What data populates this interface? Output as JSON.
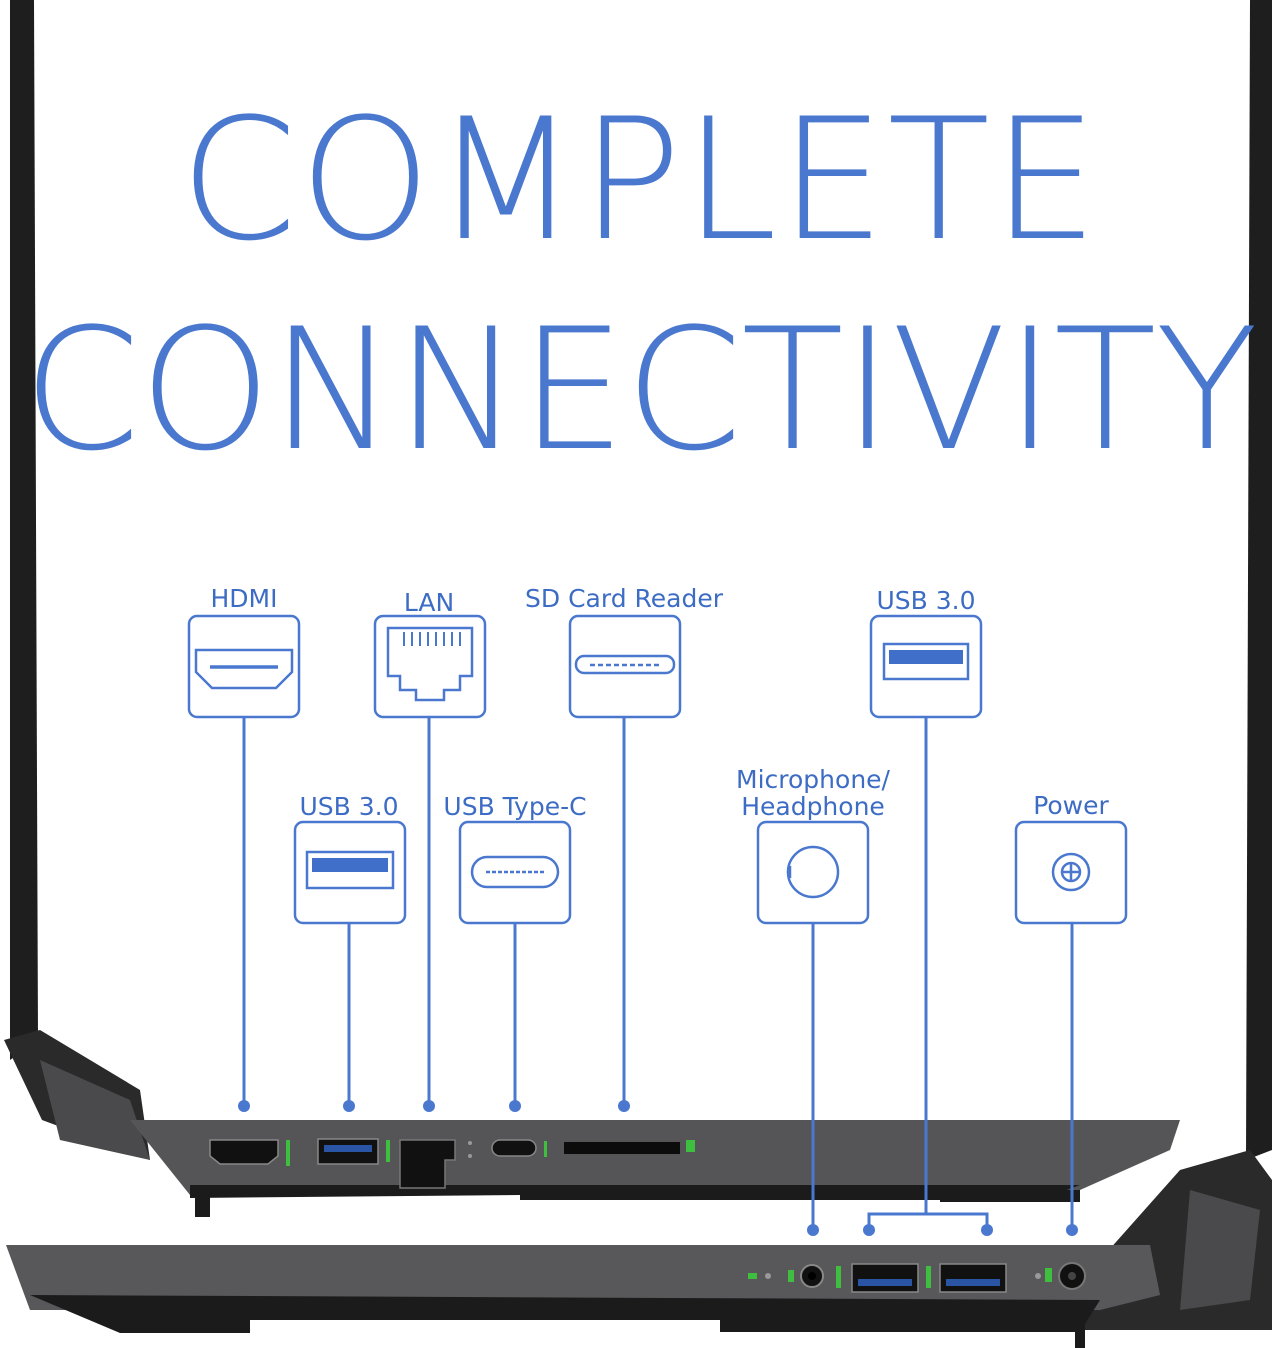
{
  "headline": {
    "line1": "COMPLETE",
    "line2": "CONNECTIVITY"
  },
  "ports": [
    {
      "id": "hdmi",
      "label": "HDMI",
      "icon": "hdmi-icon"
    },
    {
      "id": "usb-left",
      "label": "USB 3.0",
      "icon": "usb-icon"
    },
    {
      "id": "lan",
      "label": "LAN",
      "icon": "ethernet-icon"
    },
    {
      "id": "usbc",
      "label": "USB Type-C",
      "icon": "usb-c-icon"
    },
    {
      "id": "sd",
      "label": "SD Card Reader",
      "icon": "sd-card-icon"
    },
    {
      "id": "audio",
      "label_line1": "Microphone/",
      "label_line2": "Headphone",
      "icon": "audio-jack-icon"
    },
    {
      "id": "usb-right",
      "label": "USB 3.0",
      "icon": "usb-icon"
    },
    {
      "id": "power",
      "label": "Power",
      "icon": "power-jack-icon"
    }
  ],
  "colors": {
    "accent": "#4a78cf",
    "line": "#4a78cf",
    "laptop_body": "#3a3a3c",
    "laptop_dark": "#1a1a1b",
    "port_glow": "#3fbf3f"
  }
}
